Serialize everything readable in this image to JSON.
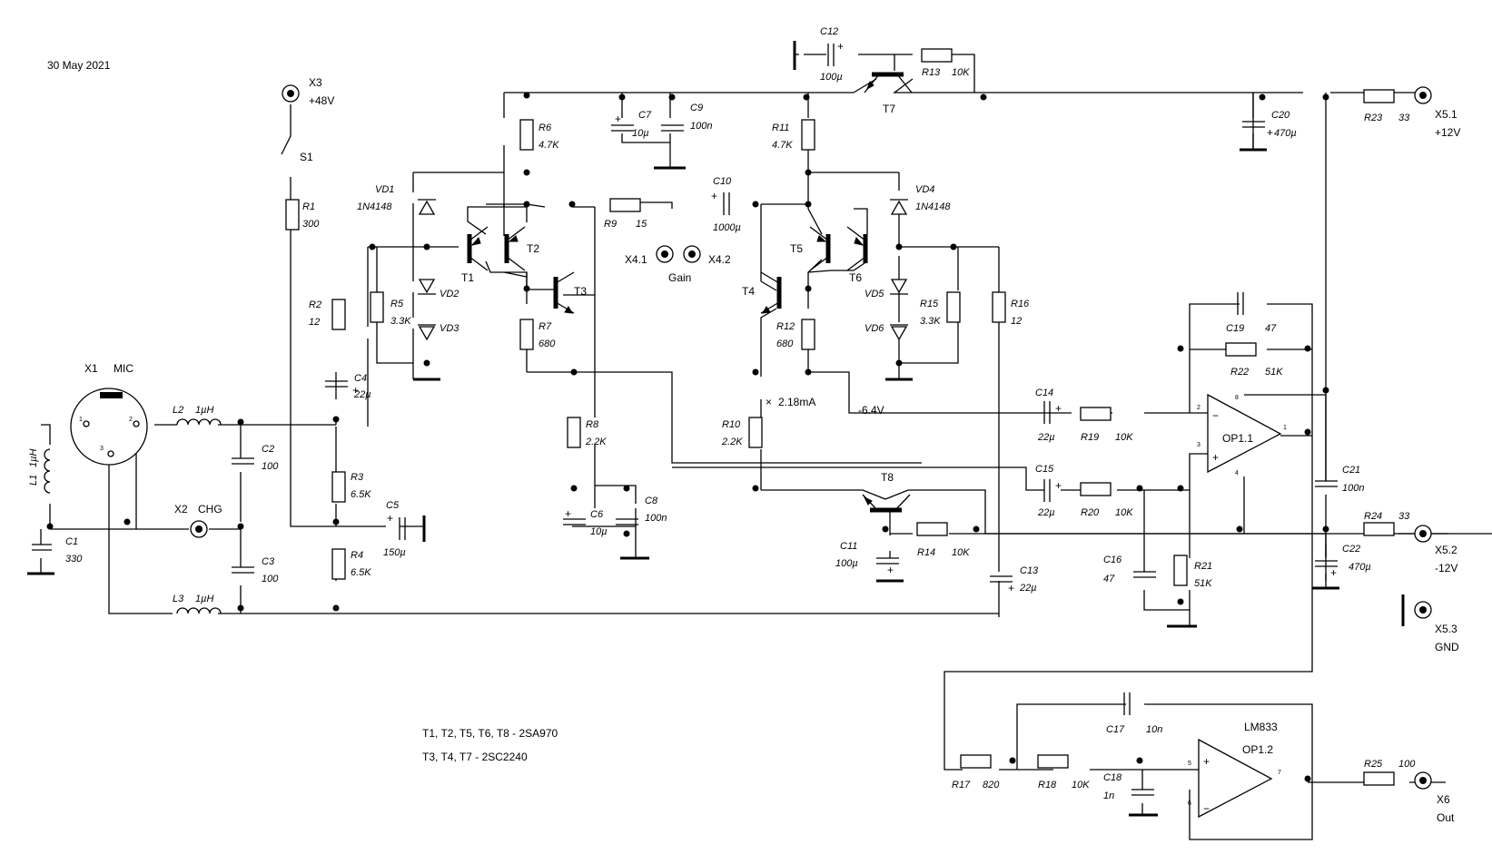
{
  "date": "30 May 2021",
  "notes": [
    "T1, T2, T5, T6, T8 - 2SA970",
    "T3, T4, T7 - 2SC2240"
  ],
  "test_point": {
    "current": "2.18mA",
    "voltage": "-6.4V",
    "marker": "×"
  },
  "connectors": {
    "X1": {
      "ref": "X1",
      "name": "MIC"
    },
    "X2": {
      "ref": "X2",
      "name": "CHG"
    },
    "X3": {
      "ref": "X3",
      "name": "+48V"
    },
    "X4_1": {
      "ref": "X4.1"
    },
    "X4_2": {
      "ref": "X4.2"
    },
    "gain": "Gain",
    "X5_1": {
      "ref": "X5.1",
      "name": "+12V"
    },
    "X5_2": {
      "ref": "X5.2",
      "name": "-12V"
    },
    "X5_3": {
      "ref": "X5.3",
      "name": "GND"
    },
    "X6": {
      "ref": "X6",
      "name": "Out"
    }
  },
  "switch": {
    "ref": "S1"
  },
  "pins": {
    "x1_p1": "1",
    "x1_p2": "2",
    "x1_p3": "3"
  },
  "resistors": {
    "R1": {
      "ref": "R1",
      "value": "300"
    },
    "R2": {
      "ref": "R2",
      "value": "12"
    },
    "R3": {
      "ref": "R3",
      "value": "6.5K"
    },
    "R4": {
      "ref": "R4",
      "value": "6.5K"
    },
    "R5": {
      "ref": "R5",
      "value": "3.3K"
    },
    "R6": {
      "ref": "R6",
      "value": "4.7K"
    },
    "R7": {
      "ref": "R7",
      "value": "680"
    },
    "R8": {
      "ref": "R8",
      "value": "2.2K"
    },
    "R9": {
      "ref": "R9",
      "value": "15"
    },
    "R10": {
      "ref": "R10",
      "value": "2.2K"
    },
    "R11": {
      "ref": "R11",
      "value": "4.7K"
    },
    "R12": {
      "ref": "R12",
      "value": "680"
    },
    "R13": {
      "ref": "R13",
      "value": "10K"
    },
    "R14": {
      "ref": "R14",
      "value": "10K"
    },
    "R15": {
      "ref": "R15",
      "value": "3.3K"
    },
    "R16": {
      "ref": "R16",
      "value": "12"
    },
    "R17": {
      "ref": "R17",
      "value": "820"
    },
    "R18": {
      "ref": "R18",
      "value": "10K"
    },
    "R19": {
      "ref": "R19",
      "value": "10K"
    },
    "R20": {
      "ref": "R20",
      "value": "10K"
    },
    "R21": {
      "ref": "R21",
      "value": "51K"
    },
    "R22": {
      "ref": "R22",
      "value": "51K"
    },
    "R23": {
      "ref": "R23",
      "value": "33"
    },
    "R24": {
      "ref": "R24",
      "value": "33"
    },
    "R25": {
      "ref": "R25",
      "value": "100"
    }
  },
  "capacitors": {
    "C1": {
      "ref": "C1",
      "value": "330"
    },
    "C2": {
      "ref": "C2",
      "value": "100"
    },
    "C3": {
      "ref": "C3",
      "value": "100"
    },
    "C4": {
      "ref": "C4",
      "value": "22µ"
    },
    "C5": {
      "ref": "C5",
      "value": "150µ"
    },
    "C6": {
      "ref": "C6",
      "value": "10µ"
    },
    "C7": {
      "ref": "C7",
      "value": "10µ"
    },
    "C8": {
      "ref": "C8",
      "value": "100n"
    },
    "C9": {
      "ref": "C9",
      "value": "100n"
    },
    "C10": {
      "ref": "C10",
      "value": "1000µ"
    },
    "C11": {
      "ref": "C11",
      "value": "100µ"
    },
    "C12": {
      "ref": "C12",
      "value": "100µ"
    },
    "C13": {
      "ref": "C13",
      "value": "22µ"
    },
    "C14": {
      "ref": "C14",
      "value": "22µ"
    },
    "C15": {
      "ref": "C15",
      "value": "22µ"
    },
    "C16": {
      "ref": "C16",
      "value": "47"
    },
    "C17": {
      "ref": "C17",
      "value": "10n"
    },
    "C18": {
      "ref": "C18",
      "value": "1n"
    },
    "C19": {
      "ref": "C19",
      "value": "47"
    },
    "C20": {
      "ref": "C20",
      "value": "470µ"
    },
    "C21": {
      "ref": "C21",
      "value": "100n"
    },
    "C22": {
      "ref": "C22",
      "value": "470µ"
    }
  },
  "inductors": {
    "L1": {
      "ref": "L1",
      "value": "1µH"
    },
    "L2": {
      "ref": "L2",
      "value": "1µH"
    },
    "L3": {
      "ref": "L3",
      "value": "1µH"
    }
  },
  "diodes": {
    "VD1": {
      "ref": "VD1",
      "value": "1N4148"
    },
    "VD2": {
      "ref": "VD2"
    },
    "VD3": {
      "ref": "VD3"
    },
    "VD4": {
      "ref": "VD4",
      "value": "1N4148"
    },
    "VD5": {
      "ref": "VD5"
    },
    "VD6": {
      "ref": "VD6"
    }
  },
  "transistors": {
    "T1": "T1",
    "T2": "T2",
    "T3": "T3",
    "T4": "T4",
    "T5": "T5",
    "T6": "T6",
    "T7": "T7",
    "T8": "T8"
  },
  "opamps": {
    "OP1_1": {
      "ref": "OP1.1",
      "pin_inv": "2",
      "pin_noninv": "3",
      "pin_out": "1",
      "pin_top": "8",
      "pin_bot": "4"
    },
    "OP1_2": {
      "ref": "OP1.2",
      "type": "LM833",
      "pin_noninv": "5",
      "pin_inv": "6",
      "pin_out": "7"
    },
    "minus": "−",
    "plus": "+"
  },
  "polarity": "+"
}
